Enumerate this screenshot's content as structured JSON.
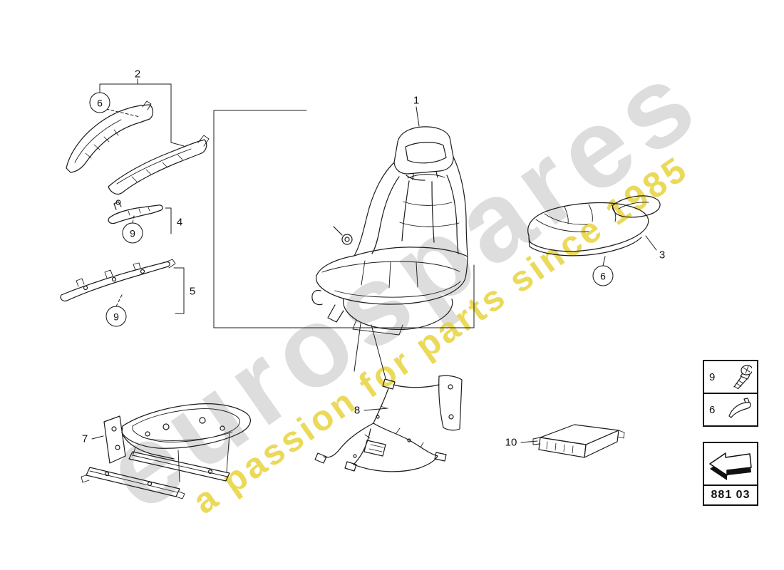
{
  "diagram": {
    "watermark": {
      "brand": "eurospares",
      "tagline": "a passion for parts since 1985"
    },
    "callouts": {
      "seat": "1",
      "backrest_trim": "2",
      "seat_cushion": "3",
      "headrest_guide": "4",
      "trim_strip": "5",
      "clip_backrest": "6",
      "clip_cushion": "6",
      "seat_frame": "7",
      "wiring_harness": "8",
      "screw_guide": "9",
      "screw_strip": "9",
      "control_module": "10"
    },
    "legend": {
      "screw": {
        "label": "9",
        "icon": "screw-icon"
      },
      "clip": {
        "label": "6",
        "icon": "clip-icon"
      }
    },
    "footer": {
      "part_code": "881 03",
      "icon": "direction-arrow-icon"
    },
    "colors": {
      "line_art": "#1c1c1c",
      "watermark_brand": "#969696",
      "watermark_tagline": "#e8d23c"
    }
  }
}
